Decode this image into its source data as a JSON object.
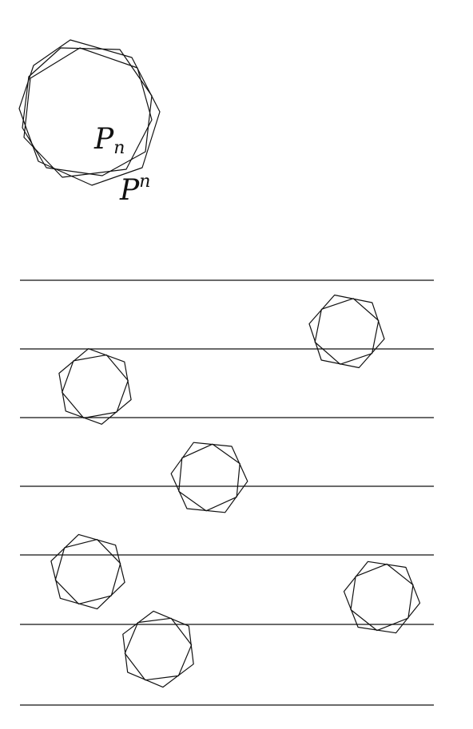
{
  "labels": {
    "inner": {
      "base": "P",
      "index": "n"
    },
    "outer": {
      "base": "P",
      "index": "n"
    }
  },
  "colors": {
    "ink": "#111111",
    "background": "#ffffff"
  }
}
